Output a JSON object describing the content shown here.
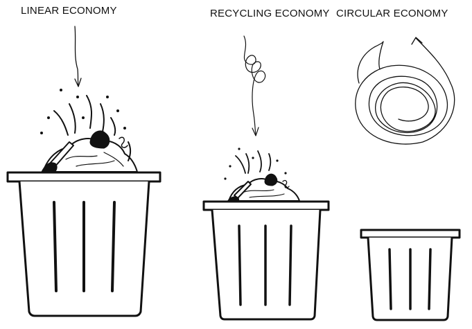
{
  "labels": {
    "linear": "LINEAR ECONOMY",
    "recycling": "RECYCLING ECONOMY",
    "circular": "CIRCULAR ECONOMY"
  },
  "colors": {
    "ink": "#111111",
    "background": "#ffffff"
  }
}
